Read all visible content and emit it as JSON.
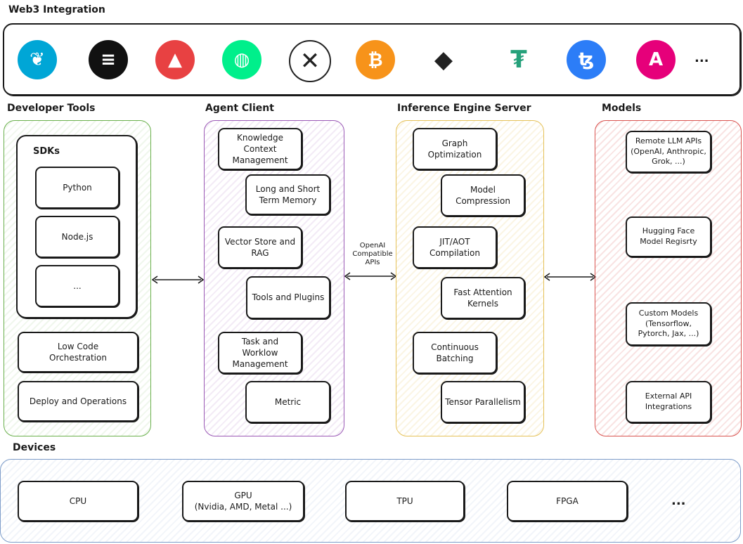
{
  "web3": {
    "title": "Web3 Integration",
    "coins": [
      {
        "icon": "leaf-chain-icon",
        "color": "#00a6d6",
        "glyph": "❦"
      },
      {
        "icon": "solana-icon",
        "color": "#111111",
        "glyph": "≡"
      },
      {
        "icon": "avalanche-icon",
        "color": "#e84142",
        "glyph": "▲"
      },
      {
        "icon": "flow-icon",
        "color": "#00ef8b",
        "glyph": "◍"
      },
      {
        "icon": "0x-icon",
        "color": "#ffffff",
        "glyph": "✕"
      },
      {
        "icon": "bitcoin-icon",
        "color": "#f7931a",
        "glyph": "₿"
      },
      {
        "icon": "ethereum-icon",
        "color": "#ffffff",
        "glyph": "◆"
      },
      {
        "icon": "tether-icon",
        "color": "#ffffff",
        "glyph": "₮"
      },
      {
        "icon": "tezos-icon",
        "color": "#2c7df7",
        "glyph": "ꜩ"
      },
      {
        "icon": "astar-icon",
        "color": "#e6007a",
        "glyph": "A"
      }
    ],
    "more": "..."
  },
  "developer_tools": {
    "title": "Developer Tools",
    "sdks_label": "SDKs",
    "sdks": [
      "Python",
      "Node.js",
      "..."
    ],
    "low_code": "Low Code\nOrchestration",
    "deploy": "Deploy and Operations"
  },
  "agent_client": {
    "title": "Agent Client",
    "items": [
      "Knowledge\nContext\nManagement",
      "Long and Short\nTerm Memory",
      "Vector Store and\nRAG",
      "Tools and Plugins",
      "Task and\nWorklow\nManagement",
      "Metric"
    ]
  },
  "openai_label": "OpenAI\nCompatible\nAPIs",
  "inference": {
    "title": "Inference Engine Server",
    "items": [
      "Graph\nOptimization",
      "Model\nCompression",
      "JIT/AOT\nCompilation",
      "Fast Attention\nKernels",
      "Continuous\nBatching",
      "Tensor Parallelism"
    ]
  },
  "models": {
    "title": "Models",
    "items": [
      "Remote LLM APIs\n(OpenAI, Anthropic,\nGrok, ...)",
      "Hugging Face\nModel Regisrty",
      "Custom Models\n(Tensorflow,\nPytorch, Jax, ...)",
      "External API\nIntegrations"
    ]
  },
  "devices": {
    "title": "Devices",
    "items": [
      "CPU",
      "GPU\n(Nvidia, AMD, Metal ...)",
      "TPU",
      "FPGA"
    ],
    "more": "..."
  }
}
